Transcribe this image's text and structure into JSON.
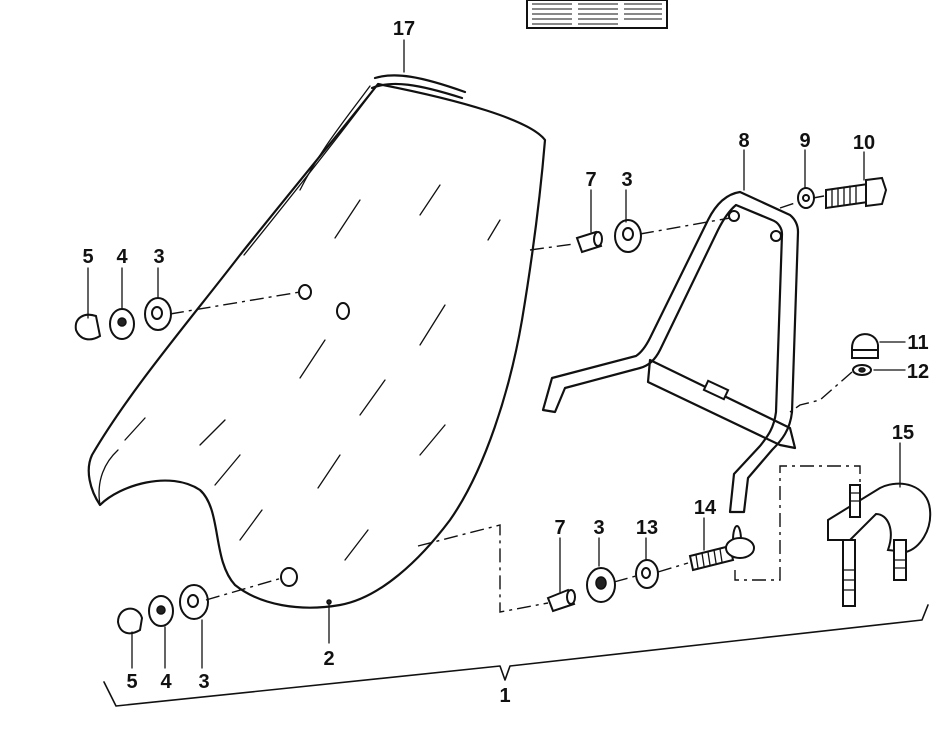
{
  "diagram": {
    "callouts": [
      {
        "id": "c17",
        "label": "17"
      },
      {
        "id": "c8",
        "label": "8"
      },
      {
        "id": "c9",
        "label": "9"
      },
      {
        "id": "c10",
        "label": "10"
      },
      {
        "id": "c7a",
        "label": "7"
      },
      {
        "id": "c3a",
        "label": "3"
      },
      {
        "id": "c5a",
        "label": "5"
      },
      {
        "id": "c4a",
        "label": "4"
      },
      {
        "id": "c3b",
        "label": "3"
      },
      {
        "id": "c11",
        "label": "11"
      },
      {
        "id": "c12",
        "label": "12"
      },
      {
        "id": "c15",
        "label": "15"
      },
      {
        "id": "c14",
        "label": "14"
      },
      {
        "id": "c7b",
        "label": "7"
      },
      {
        "id": "c3c",
        "label": "3"
      },
      {
        "id": "c13",
        "label": "13"
      },
      {
        "id": "c2",
        "label": "2"
      },
      {
        "id": "c5b",
        "label": "5"
      },
      {
        "id": "c4b",
        "label": "4"
      },
      {
        "id": "c3d",
        "label": "3"
      },
      {
        "id": "c1",
        "label": "1"
      }
    ]
  }
}
